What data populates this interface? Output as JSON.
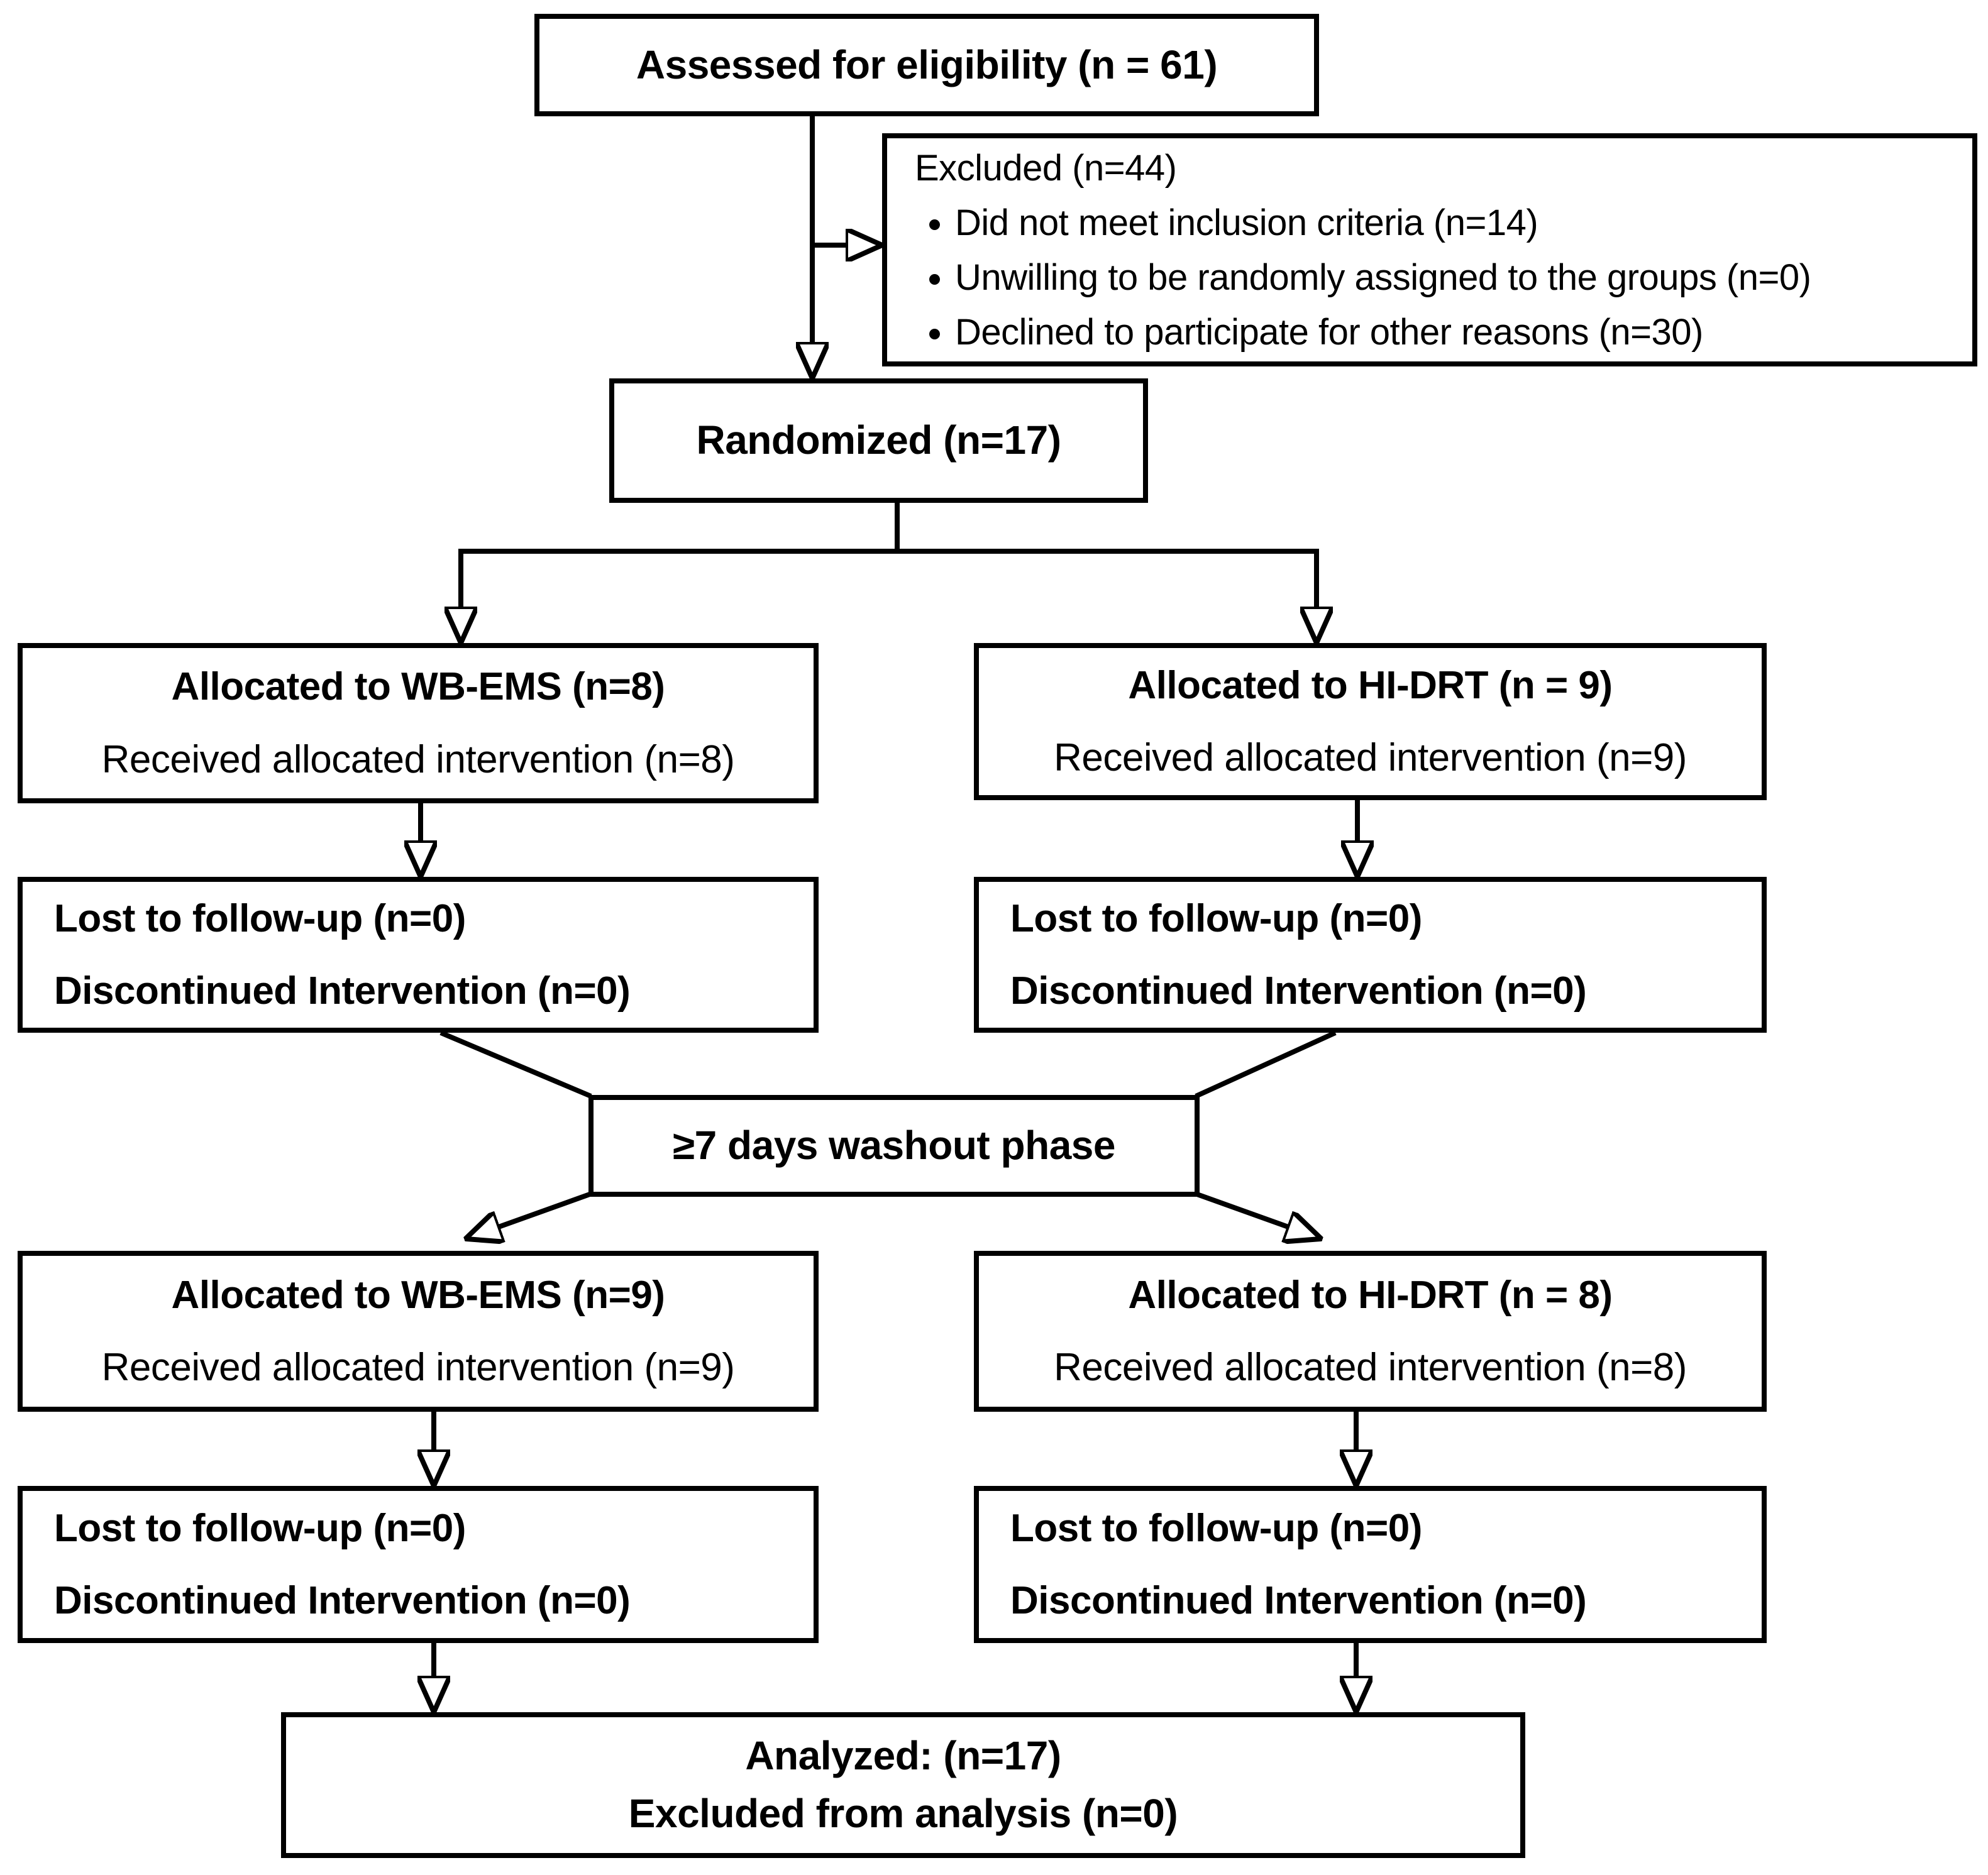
{
  "diagram": {
    "assessed": {
      "line1": "Assessed for eligibility (n = 61)"
    },
    "excluded": {
      "title": "Excluded (n=44)",
      "bullets": [
        "Did not meet inclusion criteria (n=14)",
        "Unwilling to be randomly assigned to the groups (n=0)",
        "Declined to participate for other reasons (n=30)"
      ]
    },
    "randomized": {
      "line1": "Randomized (n=17)"
    },
    "alloc_wbems_1": {
      "line1": "Allocated to WB-EMS (n=8)",
      "line2": "Received allocated intervention (n=8)"
    },
    "alloc_hidrt_1": {
      "line1": "Allocated to HI-DRT (n = 9)",
      "line2": "Received allocated intervention (n=9)"
    },
    "lost_left_1": {
      "line1": "Lost to follow-up (n=0)",
      "line2": "Discontinued Intervention (n=0)"
    },
    "lost_right_1": {
      "line1": "Lost to follow-up (n=0)",
      "line2": "Discontinued Intervention (n=0)"
    },
    "washout": {
      "line1": "≥7 days washout phase"
    },
    "alloc_wbems_2": {
      "line1": "Allocated to WB-EMS (n=9)",
      "line2": "Received allocated intervention (n=9)"
    },
    "alloc_hidrt_2": {
      "line1": "Allocated to HI-DRT (n = 8)",
      "line2": "Received allocated intervention (n=8)"
    },
    "lost_left_2": {
      "line1": "Lost to follow-up (n=0)",
      "line2": "Discontinued Intervention (n=0)"
    },
    "lost_right_2": {
      "line1": "Lost to follow-up (n=0)",
      "line2": "Discontinued Intervention (n=0)"
    },
    "analyzed": {
      "line1": "Analyzed: (n=17)",
      "line2": "Excluded from analysis (n=0)"
    }
  },
  "colors": {
    "box_border": "#000000",
    "box_background": "#ffffff",
    "text": "#000000",
    "page_background": "#ffffff"
  }
}
